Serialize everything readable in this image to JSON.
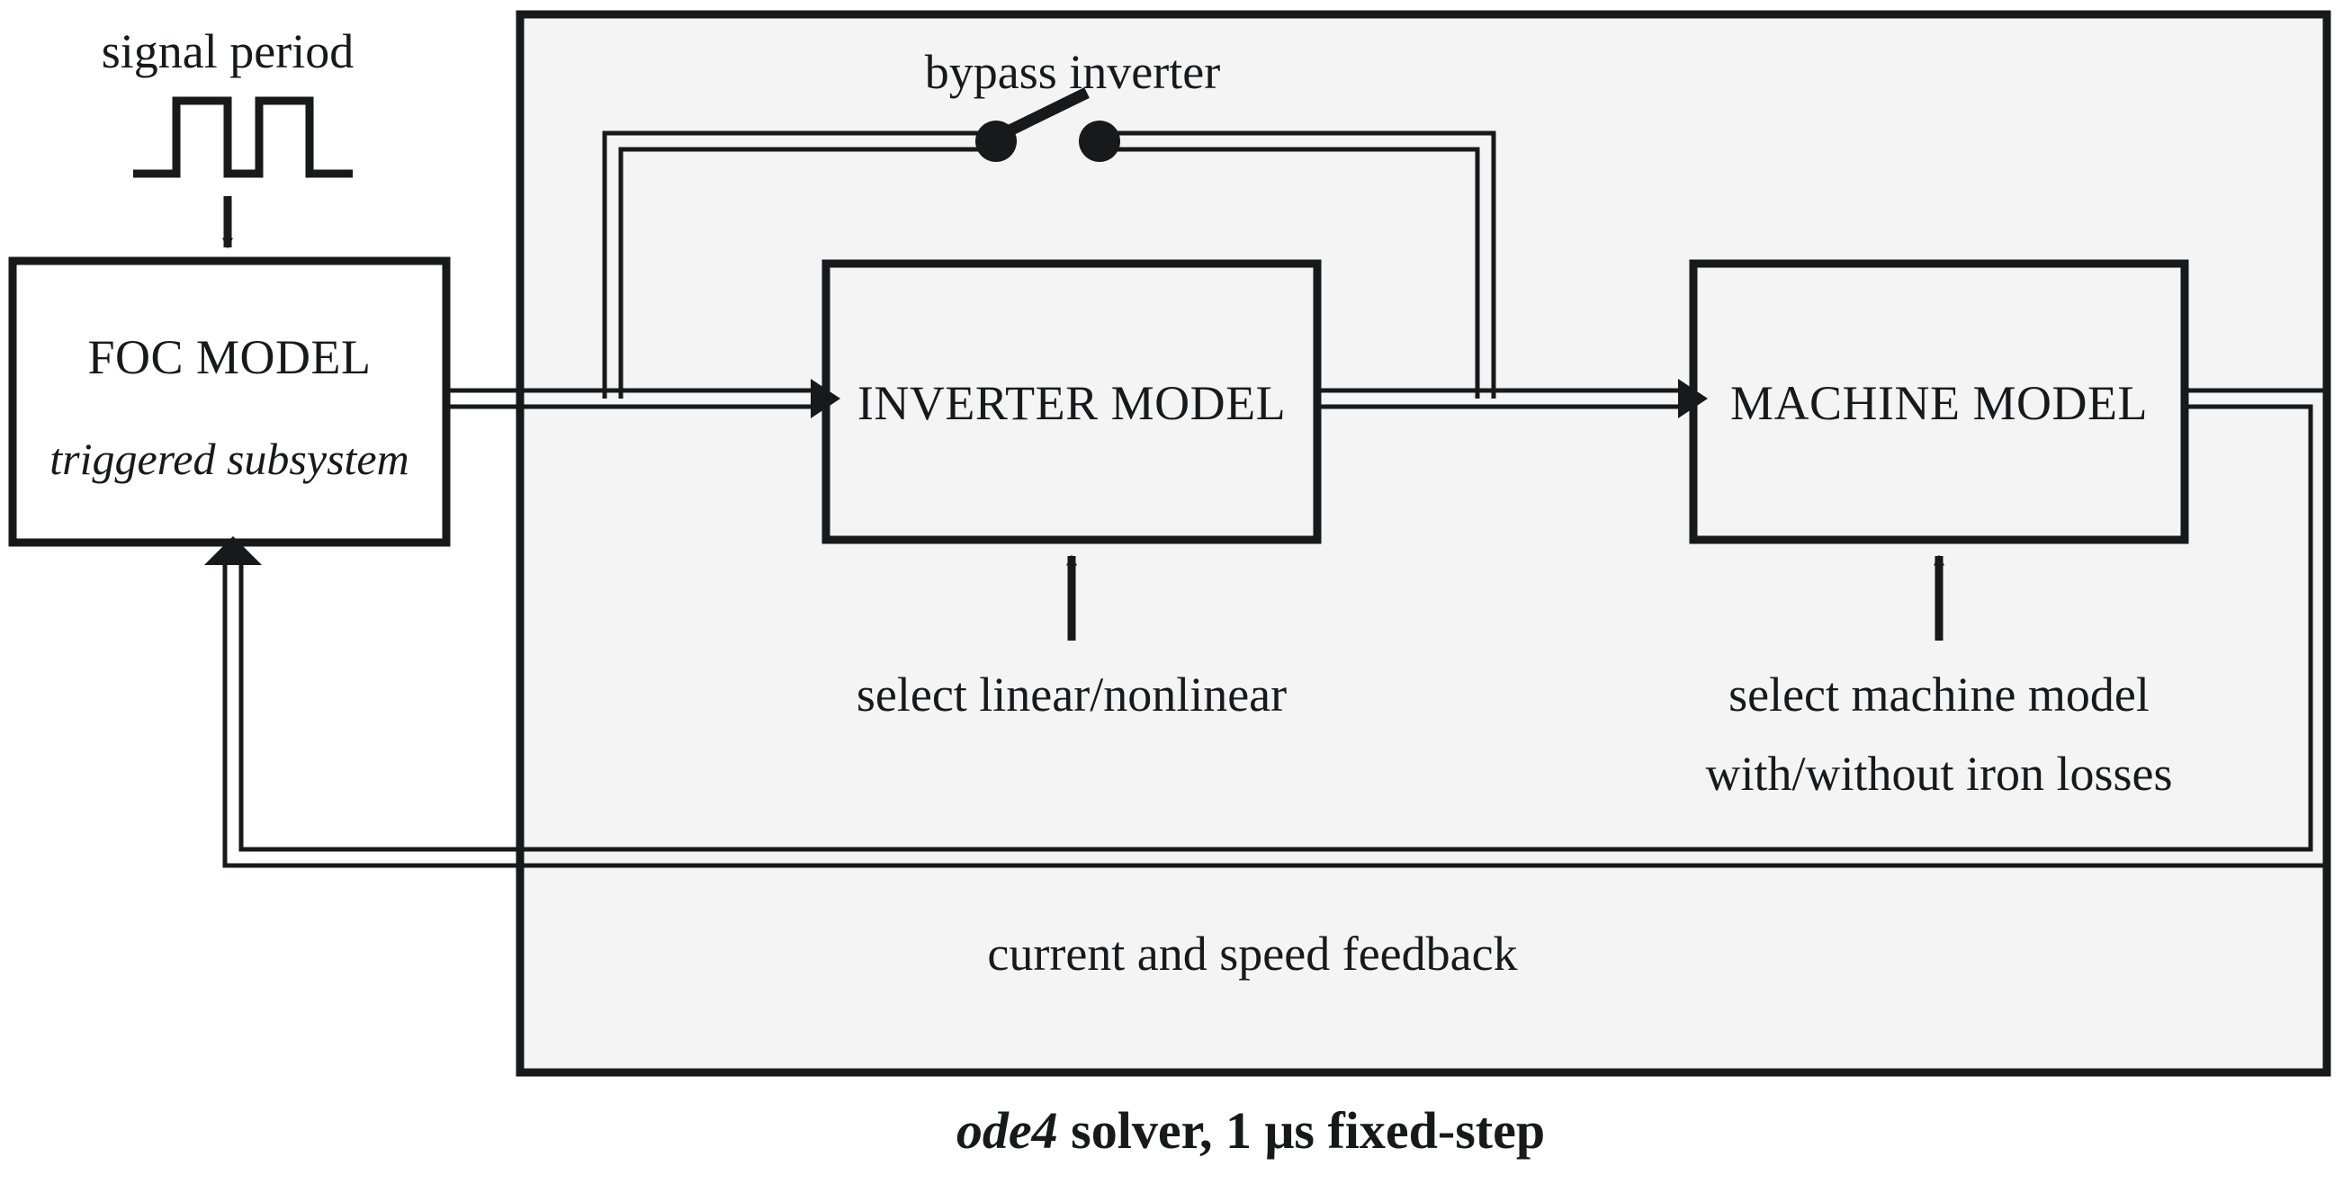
{
  "diagram": {
    "title": "FOC simulation model block diagram",
    "background_color": "#ffffff",
    "panel_fill": "#f4f4f4",
    "stroke_color": "#18191a",
    "panel": {
      "caption": "solver, 1 μs fixed-step",
      "caption_emphasis": "ode4"
    },
    "blocks": [
      {
        "id": "foc",
        "line1": "FOC MODEL",
        "line2": "triggered subsystem",
        "fill": "#ffffff"
      },
      {
        "id": "inverter",
        "line1": "INVERTER MODEL",
        "fill": "#f4f4f4"
      },
      {
        "id": "machine",
        "line1": "MACHINE MODEL",
        "fill": "#f4f4f4"
      }
    ],
    "annotations": {
      "signal_period": "signal period",
      "bypass_inverter": "bypass inverter",
      "select_inverter": "select linear/nonlinear",
      "select_machine_line1": "select machine model",
      "select_machine_line2": "with/without iron losses",
      "feedback": "current and speed feedback"
    },
    "icons": {
      "pulse_waveform": "square-pulse-waveform-icon",
      "switch_open": "open-switch-icon"
    }
  }
}
